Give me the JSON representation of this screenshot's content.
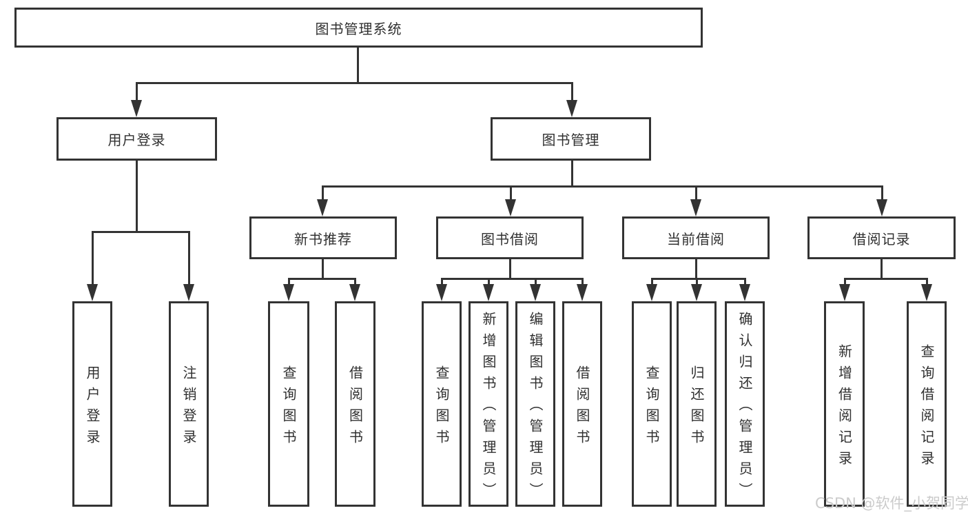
{
  "diagram_title": "图书管理系统",
  "nodes": {
    "root": "图书管理系统",
    "userLogin": "用户登录",
    "bookMgmt": "图书管理",
    "newBookRec": "新书推荐",
    "bookBorrow": "图书借阅",
    "currentBorrow": "当前借阅",
    "borrowRecord": "借阅记录",
    "leafUserLogin": "用户登录",
    "leafLogout": "注销登录",
    "leafQueryBook1": "查询图书",
    "leafBorrowBook1": "借阅图书",
    "leafQueryBook2": "查询图书",
    "leafAddBook": "新增图书（管理员）",
    "leafEditBook": "编辑图书（管理员）",
    "leafBorrowBook2": "借阅图书",
    "leafQueryBook3": "查询图书",
    "leafReturnBook": "归还图书",
    "leafConfirmReturn": "确认归还（管理员）",
    "leafAddRecord": "新增借阅记录",
    "leafQueryRecord": "查询借阅记录"
  },
  "edges": [
    {
      "from": "图书管理系统",
      "to": [
        "用户登录",
        "图书管理"
      ]
    },
    {
      "from": "用户登录",
      "to": [
        "用户登录",
        "注销登录"
      ]
    },
    {
      "from": "图书管理",
      "to": [
        "新书推荐",
        "图书借阅",
        "当前借阅",
        "借阅记录"
      ]
    },
    {
      "from": "新书推荐",
      "to": [
        "查询图书",
        "借阅图书"
      ]
    },
    {
      "from": "图书借阅",
      "to": [
        "查询图书",
        "新增图书（管理员）",
        "编辑图书（管理员）",
        "借阅图书"
      ]
    },
    {
      "from": "当前借阅",
      "to": [
        "查询图书",
        "归还图书",
        "确认归还（管理员）"
      ]
    },
    {
      "from": "借阅记录",
      "to": [
        "新增借阅记录",
        "查询借阅记录"
      ]
    }
  ],
  "colors": {
    "line": "#333333",
    "text": "#303030",
    "background": "#ffffff",
    "watermark": "#cbcbcb"
  },
  "watermark": {
    "text": "CSDN @软件_小贺同学"
  }
}
